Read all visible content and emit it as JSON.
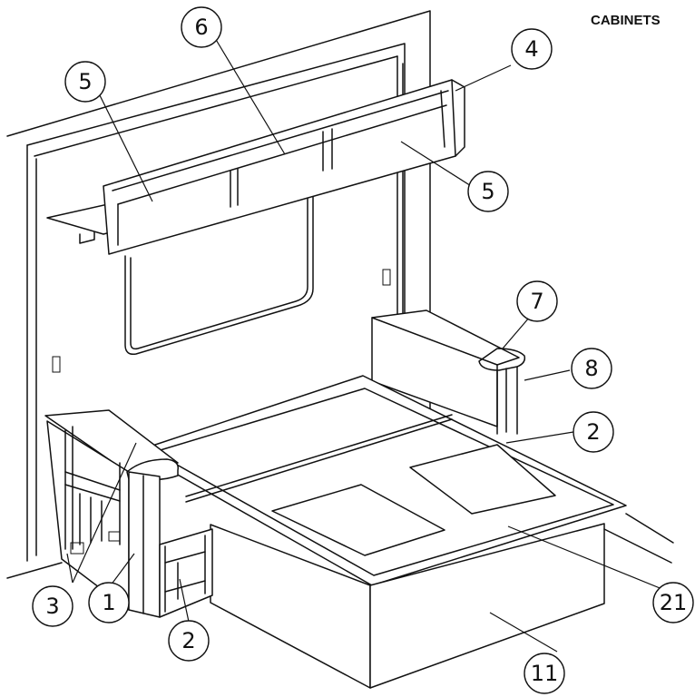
{
  "title": "CABINETS",
  "callouts": [
    {
      "label": "1"
    },
    {
      "label": "2"
    },
    {
      "label": "2"
    },
    {
      "label": "3"
    },
    {
      "label": "4"
    },
    {
      "label": "5"
    },
    {
      "label": "5"
    },
    {
      "label": "6"
    },
    {
      "label": "7"
    },
    {
      "label": "8"
    },
    {
      "label": "11"
    },
    {
      "label": "21"
    }
  ]
}
